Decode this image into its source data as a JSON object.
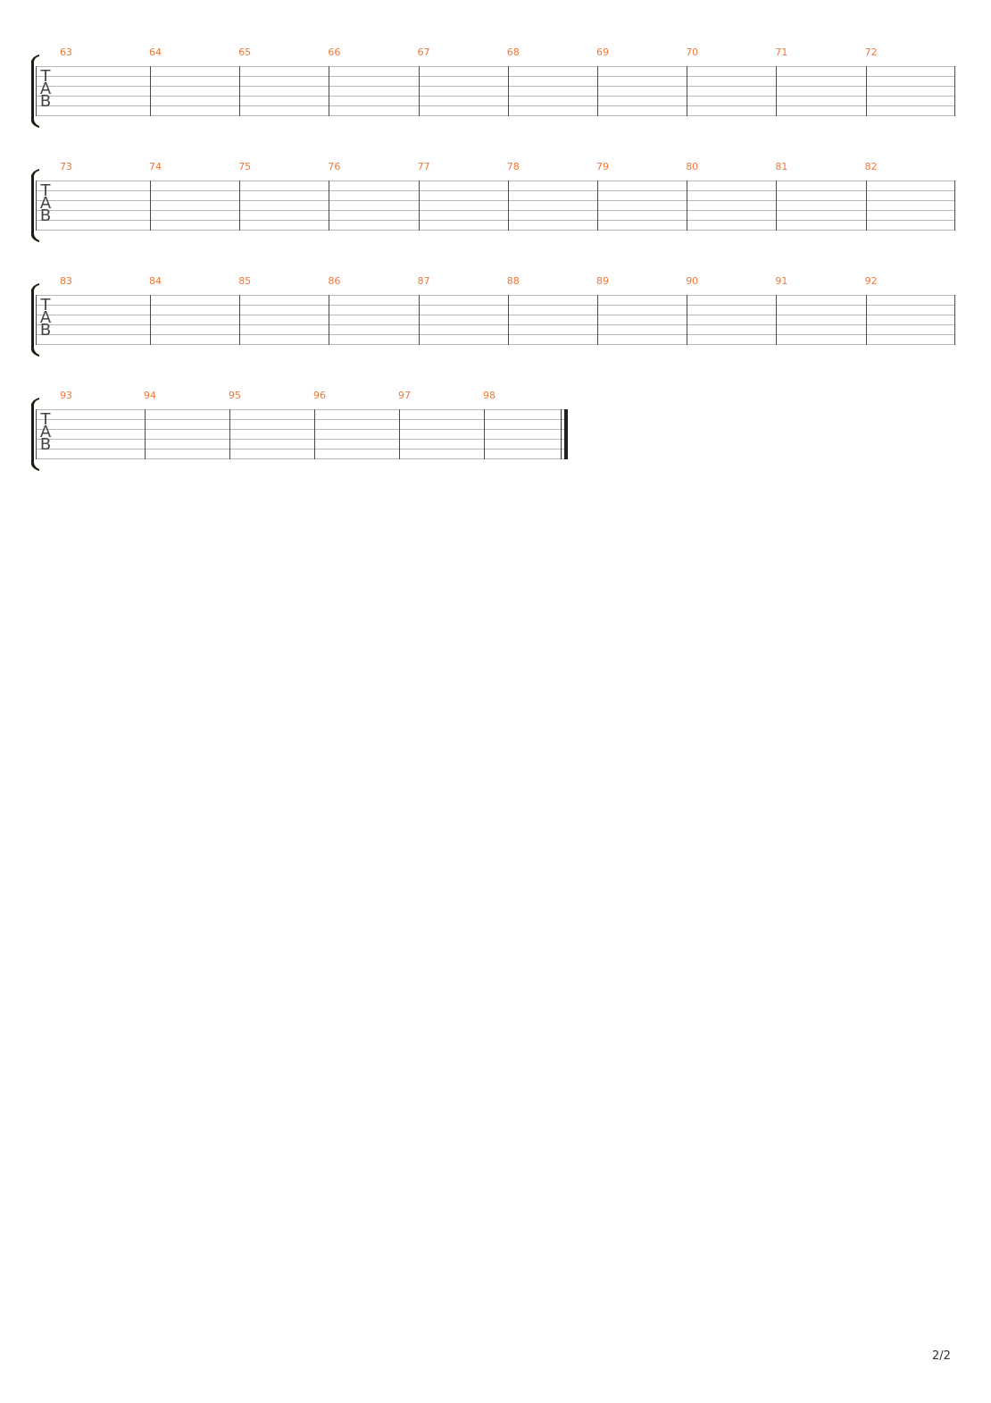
{
  "tab_labels": [
    "T",
    "A",
    "B"
  ],
  "systems": [
    {
      "measures": [
        "63",
        "64",
        "65",
        "66",
        "67",
        "68",
        "69",
        "70",
        "71",
        "72"
      ]
    },
    {
      "measures": [
        "73",
        "74",
        "75",
        "76",
        "77",
        "78",
        "79",
        "80",
        "81",
        "82"
      ]
    },
    {
      "measures": [
        "83",
        "84",
        "85",
        "86",
        "87",
        "88",
        "89",
        "90",
        "91",
        "92"
      ]
    },
    {
      "measures": [
        "93",
        "94",
        "95",
        "96",
        "97",
        "98"
      ]
    }
  ],
  "footer": {
    "page_number": "2/2"
  },
  "colors": {
    "measure_number": "#f07838",
    "staff_line": "#b8b8b8",
    "barline": "#4a4a4a"
  }
}
